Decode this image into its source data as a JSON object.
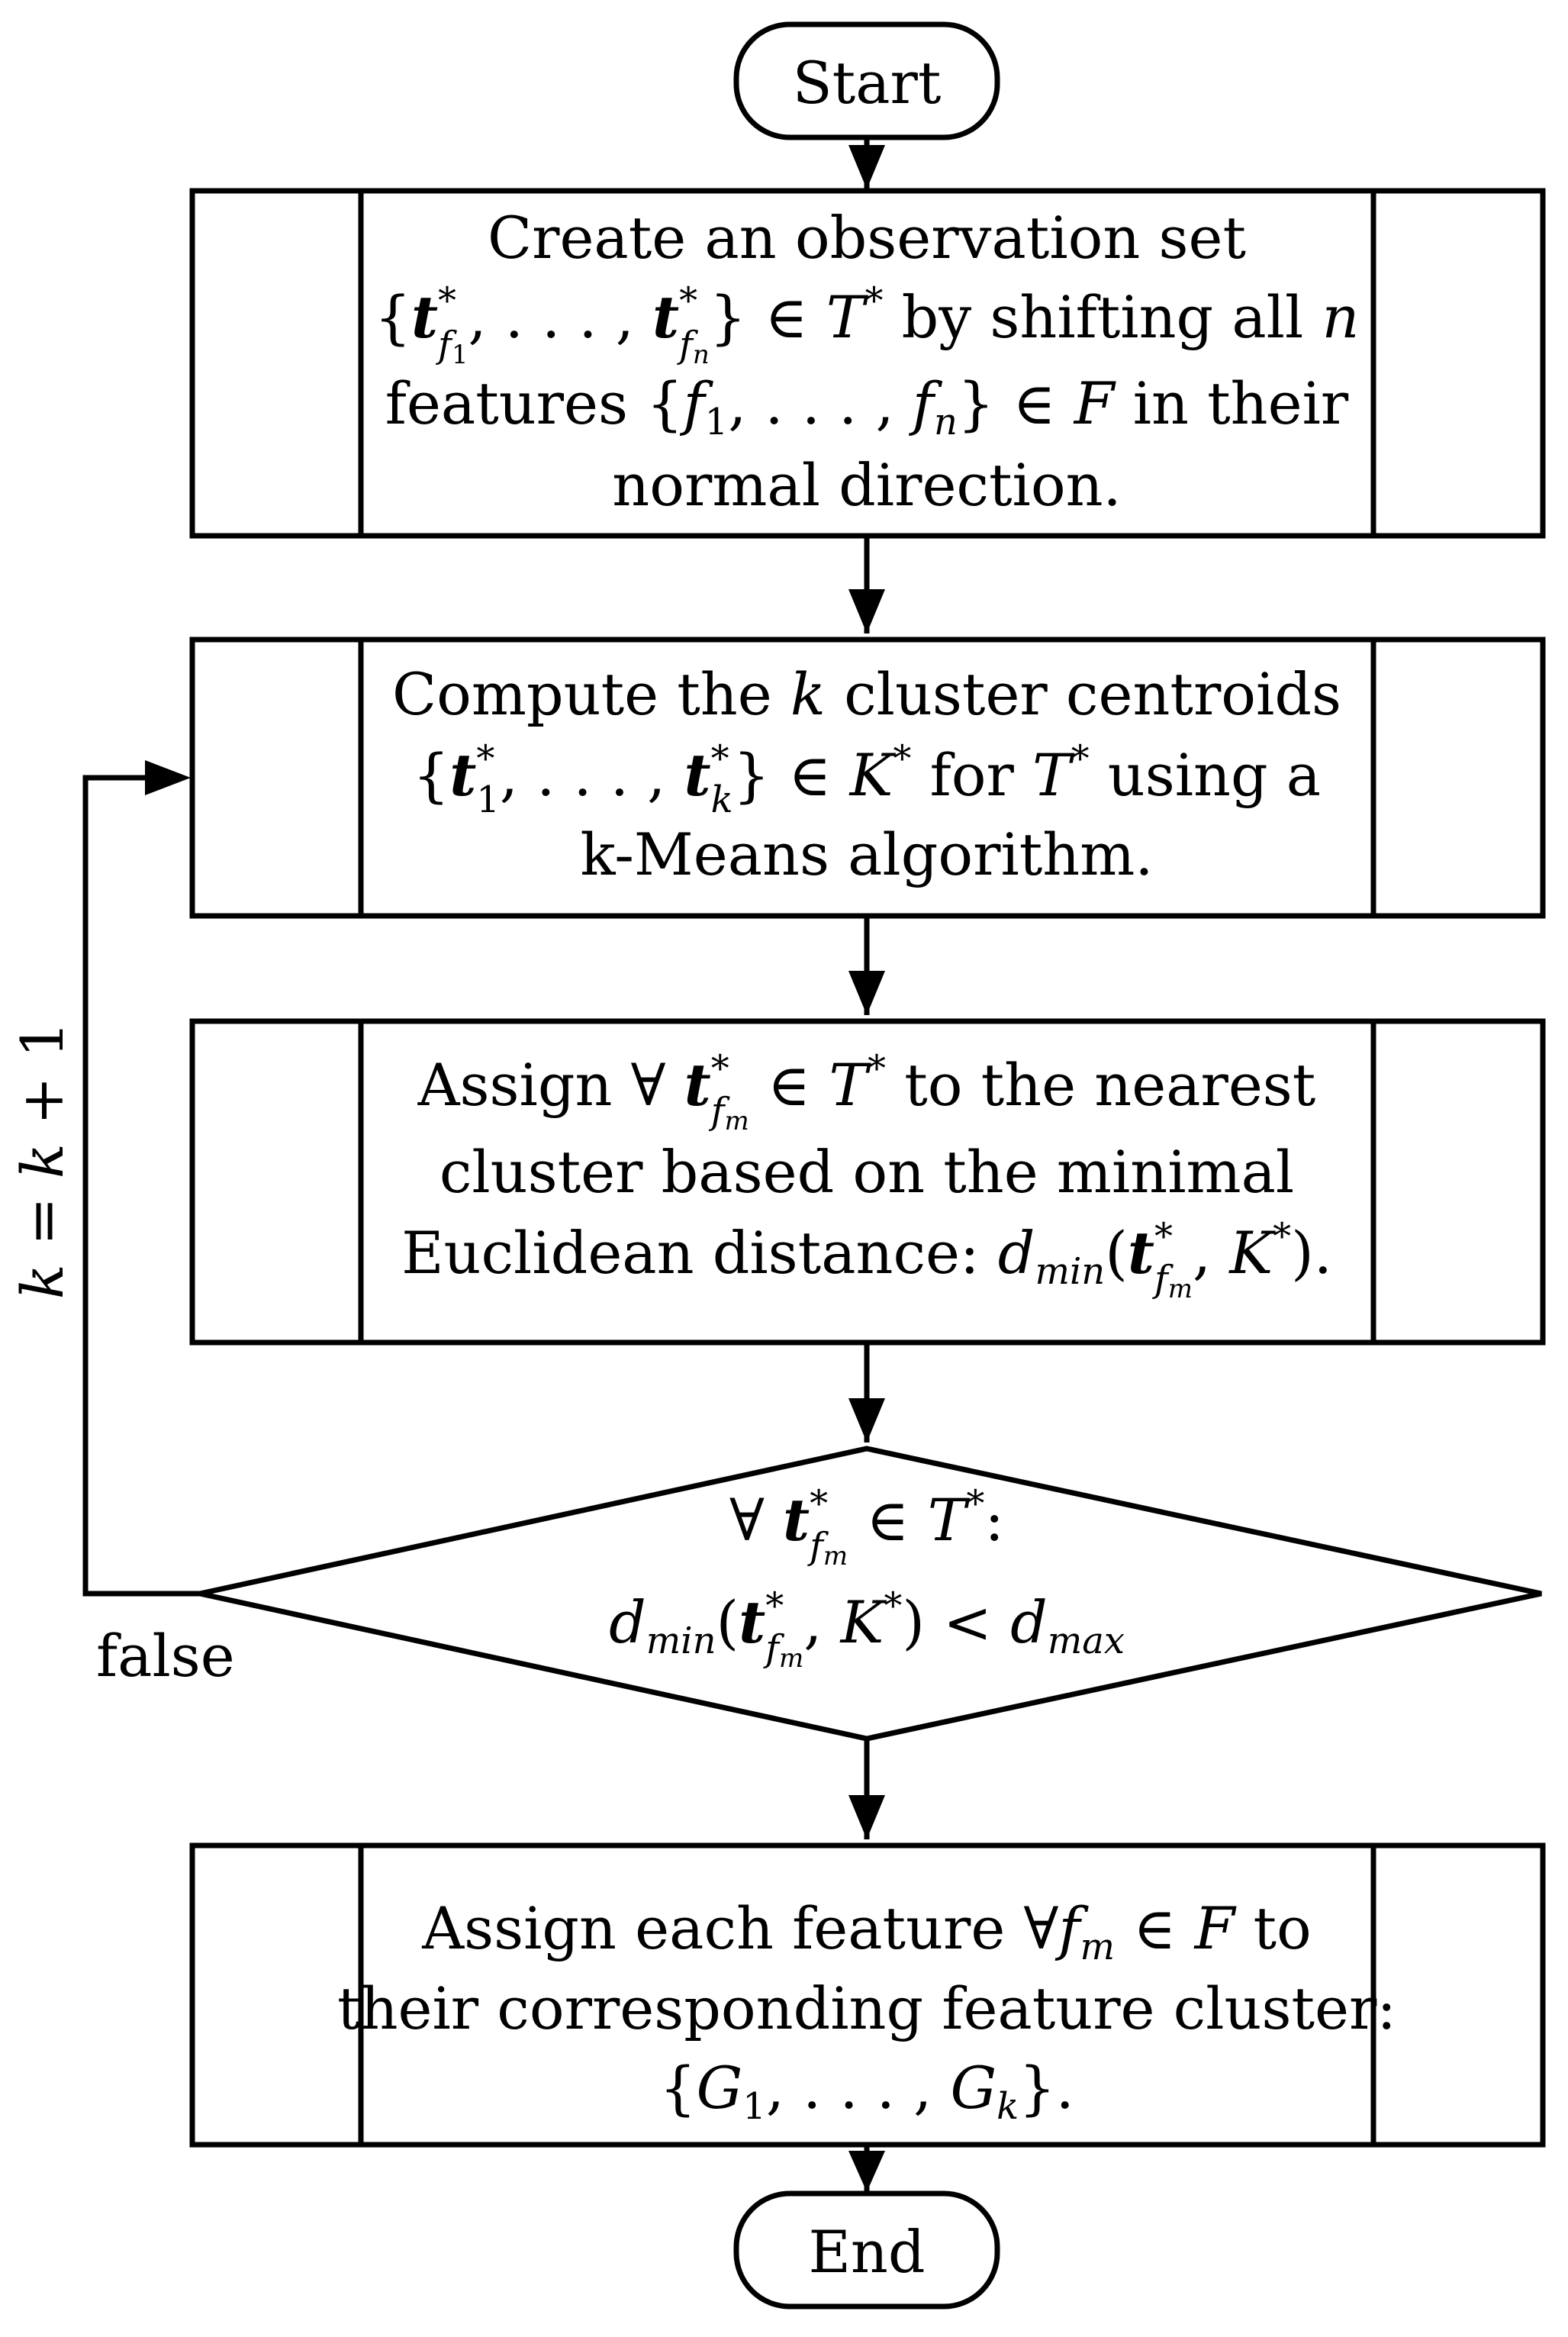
{
  "start": {
    "label": "Start"
  },
  "end": {
    "label": "End"
  },
  "step1": {
    "line1": "Create an observation set",
    "line2": {
      "t": "t",
      "sup": "*",
      "sub1": "f",
      "sub1i": "1",
      "dots": ", . . . , ",
      "subn": "f",
      "subni": "n",
      "in": " ∈ ",
      "T": "T",
      "tail": " by shifting all ",
      "n": "n"
    },
    "line3": {
      "pre": "features {",
      "f": "f",
      "one": "1",
      "dots": ", . . . , ",
      "fn": "f",
      "n": "n",
      "mid": "} ∈ ",
      "F": "F",
      "tail": " in their"
    },
    "line4": "normal direction."
  },
  "step2": {
    "line1": {
      "pre": "Compute the ",
      "k": "k",
      "tail": " cluster centroids"
    },
    "line2": {
      "open": "{",
      "t": "t",
      "sup": "*",
      "one": "1",
      "dots": ", . . . , ",
      "k": "k",
      "close": "} ∈ ",
      "K": "K",
      "mid": " for ",
      "T": "T",
      "tail": " using a"
    },
    "line3": "k-Means algorithm."
  },
  "step3": {
    "line1": {
      "pre": "Assign ∀ ",
      "t": "t",
      "sup": "*",
      "f": "f",
      "m": "m",
      "in": " ∈ ",
      "T": "T",
      "tail": " to the nearest"
    },
    "line2": "cluster based on the minimal",
    "line3": {
      "pre": "Euclidean distance: ",
      "d": "d",
      "min": "min",
      "open": "(",
      "t": "t",
      "sup": "*",
      "f": "f",
      "m": "m",
      "comma": ", ",
      "K": "K",
      "close": ")."
    }
  },
  "decision": {
    "line1": {
      "pre": "∀ ",
      "t": "t",
      "sup": "*",
      "f": "f",
      "m": "m",
      "in": " ∈ ",
      "T": "T",
      "tail": ":"
    },
    "line2": {
      "d": "d",
      "min": "min",
      "open": "(",
      "t": "t",
      "sup": "*",
      "f": "f",
      "m": "m",
      "comma": ", ",
      "K": "K",
      "close": ") < ",
      "d2": "d",
      "max": "max"
    }
  },
  "step4": {
    "line1": {
      "pre": "Assign each feature ∀",
      "f": "f",
      "m": "m",
      "in": " ∈ ",
      "F": "F",
      "tail": " to"
    },
    "line2": "their corresponding feature cluster:",
    "line3": {
      "open": "{",
      "G": "G",
      "one": "1",
      "dots": ", . . . , ",
      "G2": "G",
      "k": "k",
      "close": "}."
    }
  },
  "loop": {
    "false_label": "false",
    "increment": {
      "k": "k",
      "eq": " = ",
      "k2": "k",
      "plus": " + 1"
    }
  },
  "colors": {
    "stroke": "#000000",
    "background": "#ffffff"
  }
}
